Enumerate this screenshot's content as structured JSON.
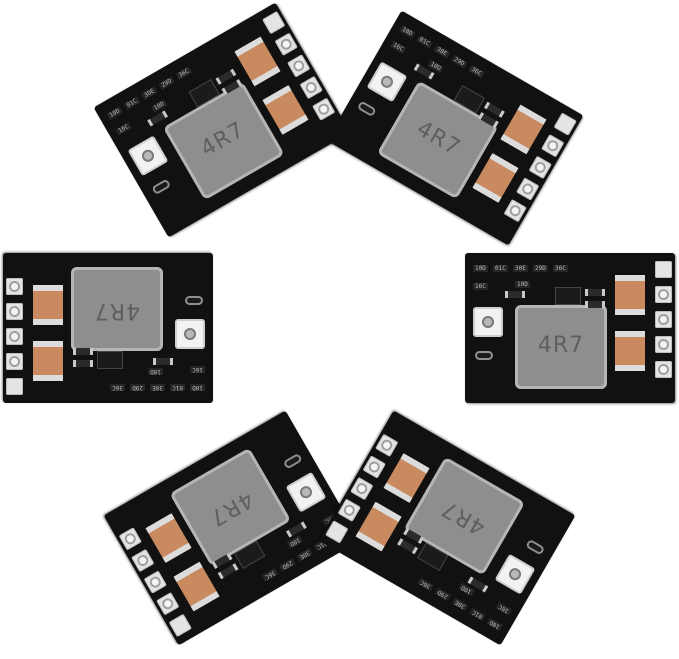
{
  "image": {
    "subject": "buck-converter-boards",
    "background_color": "#ffffff"
  },
  "board": {
    "inductor_marking": "4R7",
    "resistor_markings": [
      "10D",
      "01C",
      "30E",
      "29D",
      "36C",
      "10D",
      "16C"
    ],
    "colors": {
      "pcb": "#111111",
      "pad": "#e4e4e4",
      "capacitor": "#c98a5f",
      "inductor": "#8e8e8e"
    }
  },
  "boards": [
    {
      "name": "board-top-left",
      "rotation_deg": -30
    },
    {
      "name": "board-top-right",
      "rotation_deg": 30
    },
    {
      "name": "board-middle-left",
      "rotation_deg": 180
    },
    {
      "name": "board-middle-right",
      "rotation_deg": 0
    },
    {
      "name": "board-bottom-left",
      "rotation_deg": 150
    },
    {
      "name": "board-bottom-right",
      "rotation_deg": -150
    }
  ]
}
